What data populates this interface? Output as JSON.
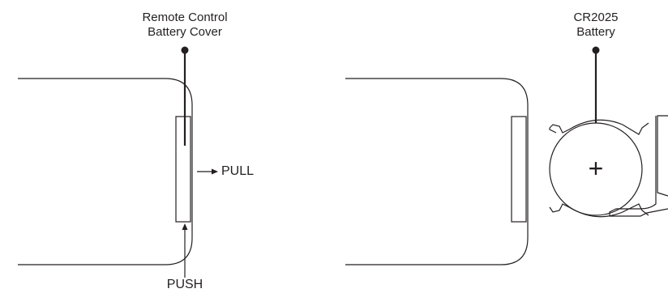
{
  "left_diagram": {
    "callout_line1": "Remote Control",
    "callout_line2": "Battery Cover",
    "pull_label": "PULL",
    "push_label": "PUSH"
  },
  "right_diagram": {
    "callout_line1": "CR2025",
    "callout_line2": "Battery",
    "polarity_symbol": "+"
  },
  "colors": {
    "stroke": "#231f20",
    "background": "#ffffff"
  }
}
